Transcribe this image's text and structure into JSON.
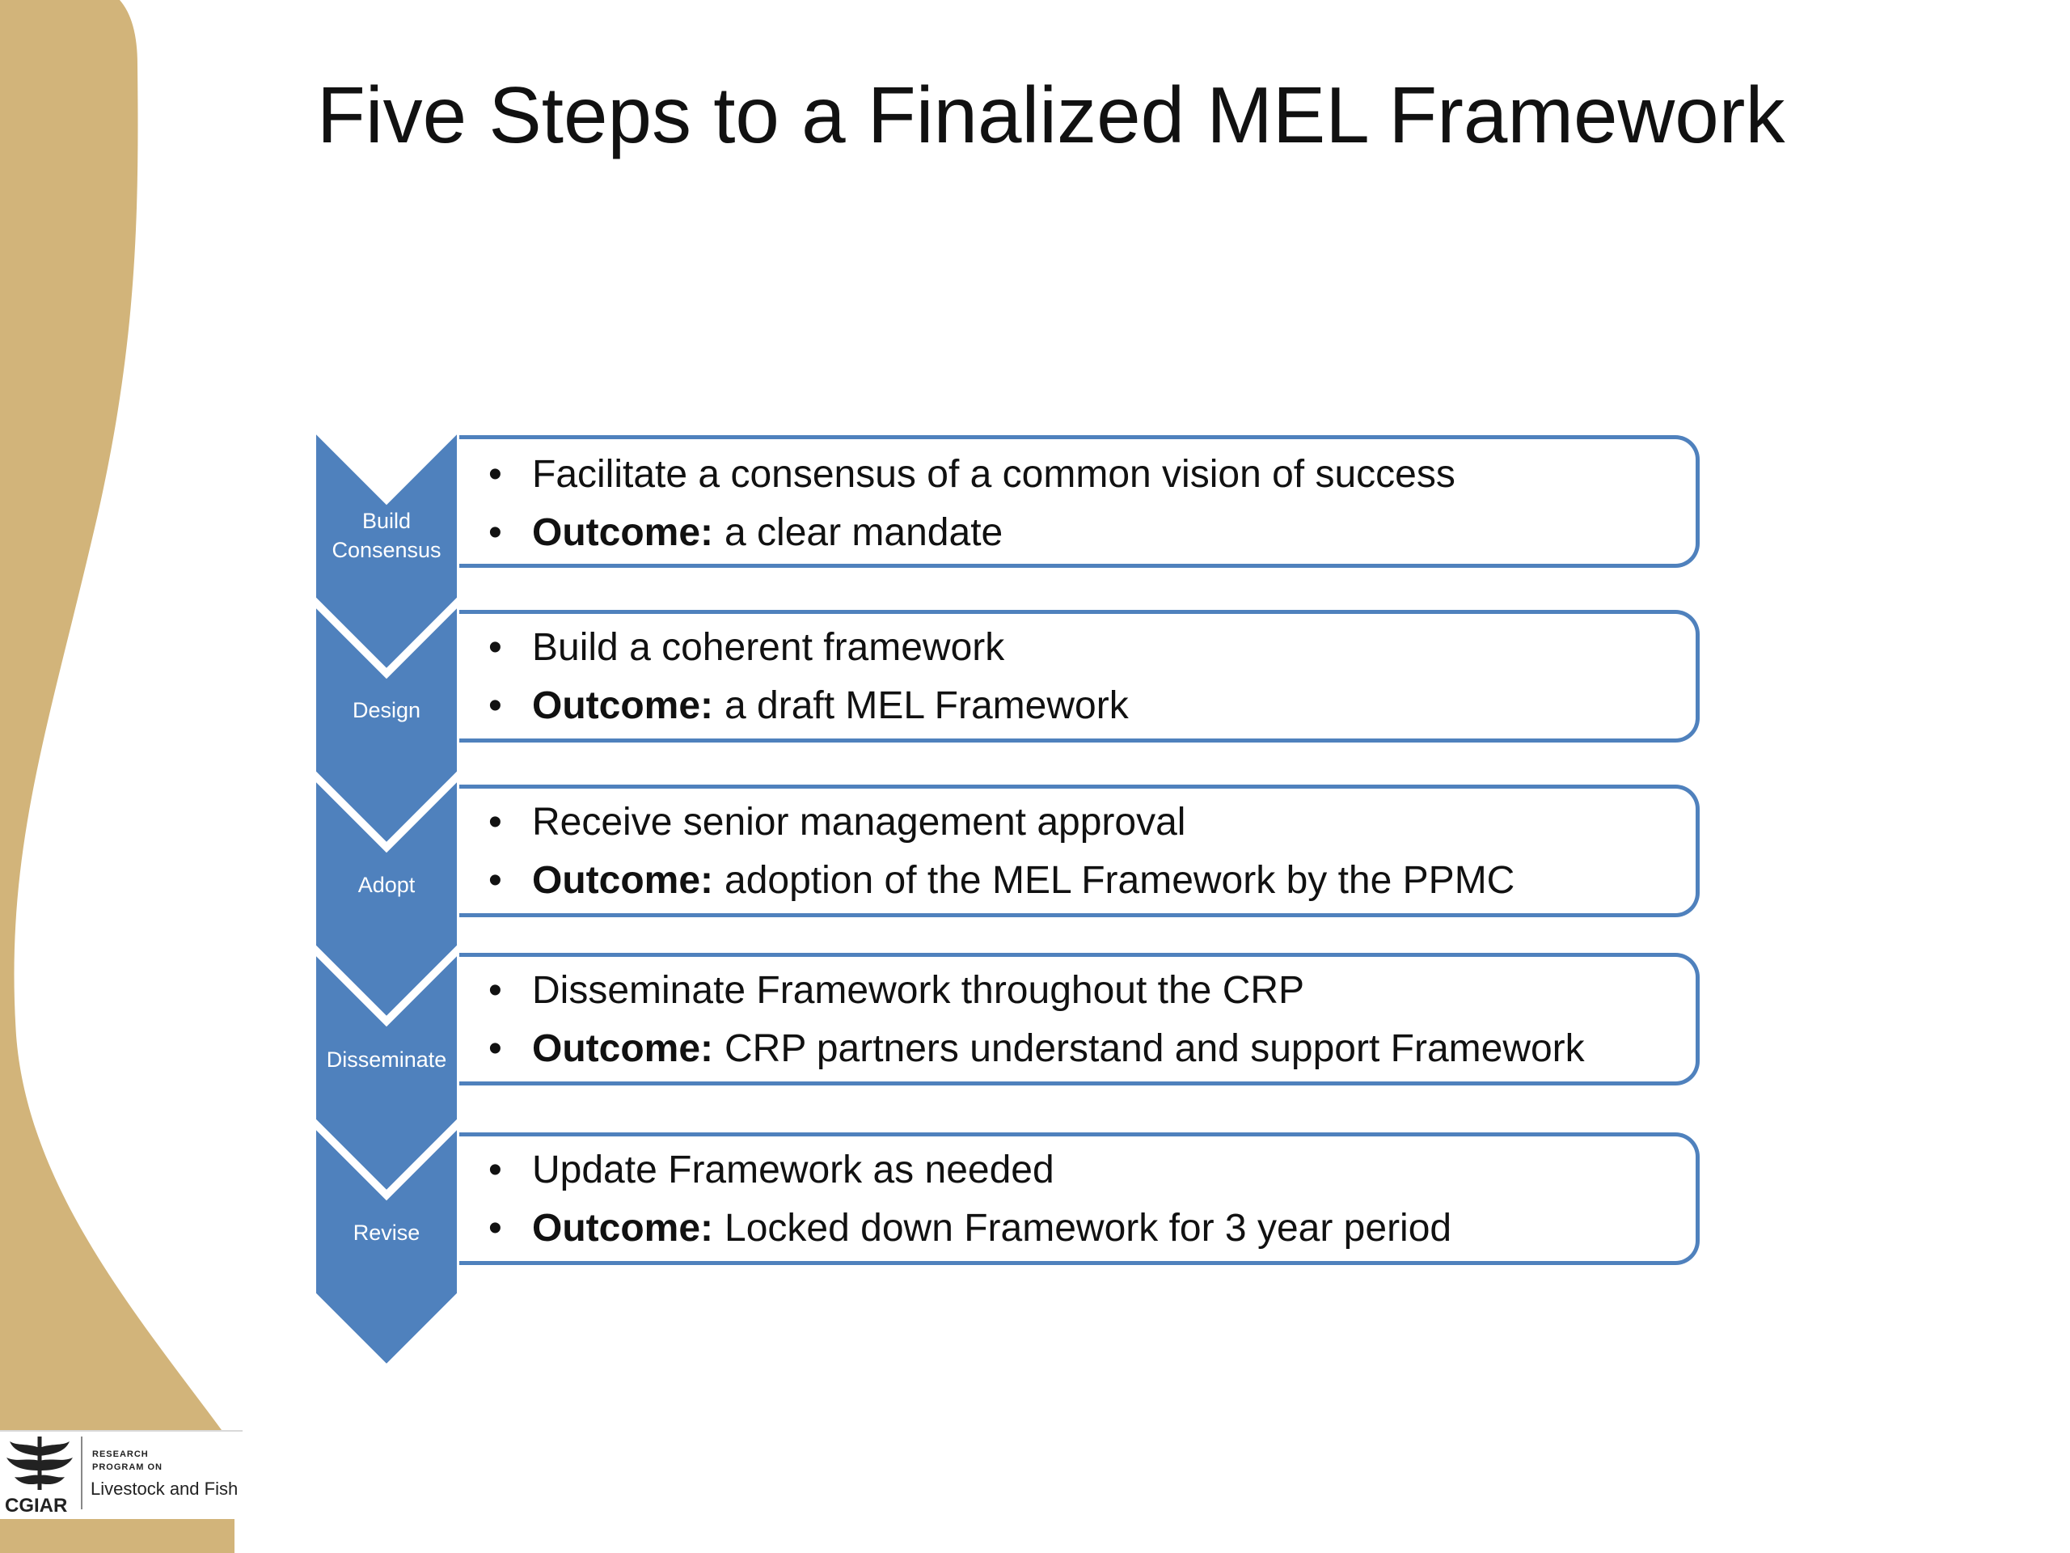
{
  "title": "Five Steps to a Finalized MEL Framework",
  "colors": {
    "accent_blue": "#4f81bd",
    "side_band": "#d2b47a",
    "text": "#111111"
  },
  "steps": [
    {
      "label": "Build Consensus",
      "bullet1": "Facilitate a consensus of a common vision of success",
      "outcome_label": "Outcome:",
      "outcome_text": "a clear mandate"
    },
    {
      "label": "Design",
      "bullet1": "Build a coherent framework",
      "outcome_label": "Outcome:",
      "outcome_text": "a draft MEL Framework"
    },
    {
      "label": "Adopt",
      "bullet1": "Receive senior management approval",
      "outcome_label": "Outcome:",
      "outcome_text": "adoption of the MEL Framework by the PPMC"
    },
    {
      "label": "Disseminate",
      "bullet1": "Disseminate Framework throughout the CRP",
      "outcome_label": "Outcome:",
      "outcome_text": "CRP partners understand and support Framework"
    },
    {
      "label": "Revise",
      "bullet1": "Update Framework as needed",
      "outcome_label": "Outcome:",
      "outcome_text": "Locked down Framework for 3 year period"
    }
  ],
  "logo": {
    "org": "CGIAR",
    "line1": "RESEARCH",
    "line2": "PROGRAM ON",
    "program": "Livestock and Fish"
  }
}
